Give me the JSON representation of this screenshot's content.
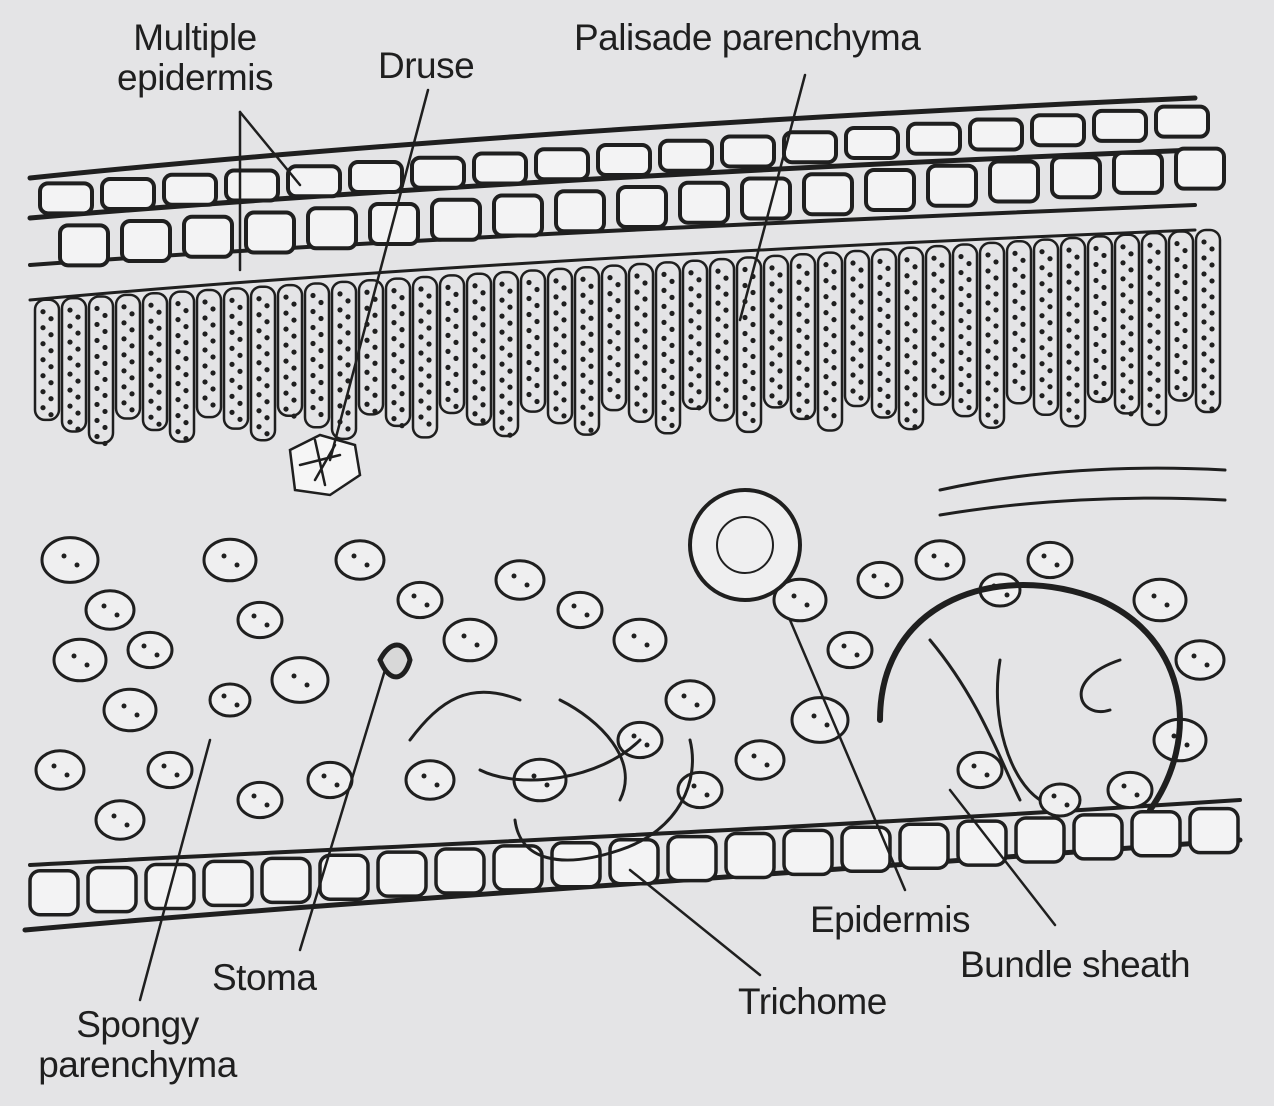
{
  "figure": {
    "background": "#e4e4e6",
    "ink": "#1f1f1f",
    "labels": {
      "multiple_epidermis": "Multiple\nepidermis",
      "druse": "Druse",
      "palisade": "Palisade parenchyma",
      "epidermis": "Epidermis",
      "bundle_sheath": "Bundle sheath",
      "trichome": "Trichome",
      "stoma": "Stoma",
      "spongy": "Spongy\nparenchyma"
    }
  }
}
